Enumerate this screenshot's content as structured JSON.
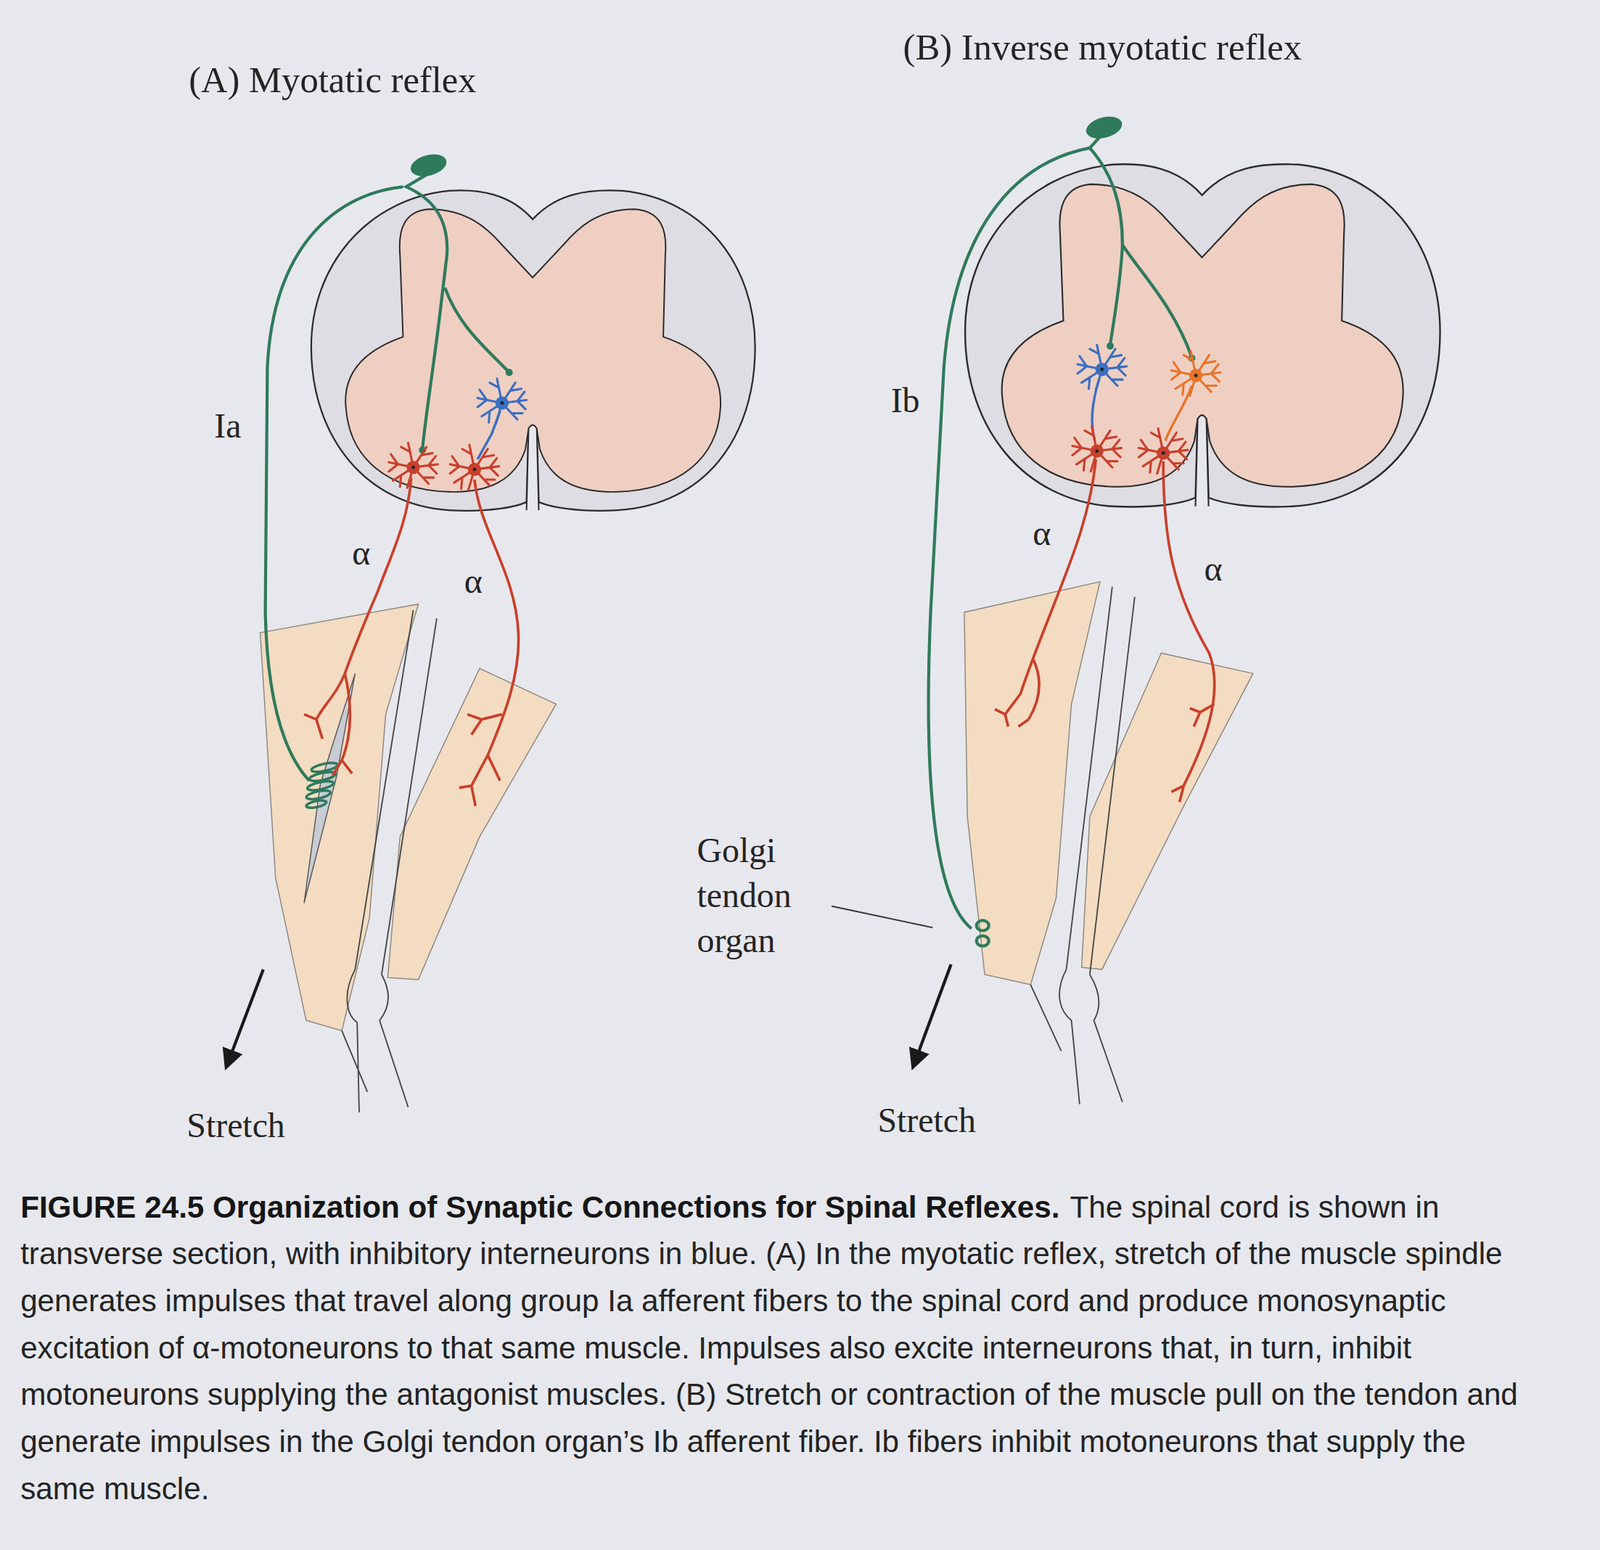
{
  "diagram": {
    "title": "FIGURE 24.5 Organization of Synaptic Connections for Spinal Reflexes.",
    "caption": "The spinal cord is shown in transverse section, with inhibitory interneurons in blue. (A) In the myotatic reflex, stretch of the muscle spindle generates impulses that travel along group Ia afferent fibers to the spinal cord and produce monosynaptic excitation of α-motoneurons to that same muscle. Impulses also excite interneurons that, in turn, inhibit motoneurons supplying the antagonist muscles. (B) Stretch or contraction of the muscle pull on the tendon and generate impulses in the Golgi tendon organ’s Ib afferent fiber. Ib fibers inhibit motoneurons that supply the same muscle.",
    "labels": [
      "(A) Myotatic reflex",
      "(B) Inverse myotatic reflex",
      "Ia",
      "α",
      "α",
      "Stretch",
      "Ib",
      "α",
      "α",
      "Golgi tendon organ",
      "Stretch"
    ]
  }
}
